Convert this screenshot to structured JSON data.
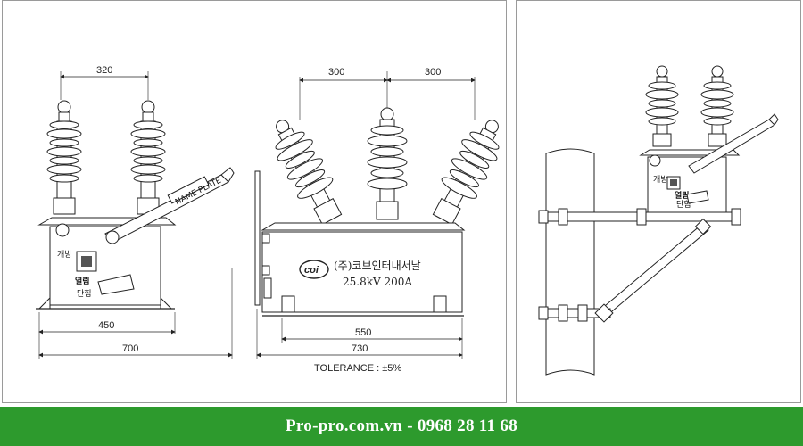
{
  "front_view": {
    "dim_top": "320",
    "dim_base_inner": "450",
    "dim_base_outer": "700",
    "label_open": "개방",
    "label_close_1": "열림",
    "label_close_2": "단힘",
    "nameplate": "NAME PLATE"
  },
  "side_view": {
    "dim_left": "300",
    "dim_right": "300",
    "dim_base_inner": "550",
    "dim_base_outer": "730",
    "company": "(주)코브인터내서날",
    "rating": "25.8kV 200A",
    "tolerance": "TOLERANCE : ±5%"
  },
  "mount_view": {
    "label_open": "개방",
    "label_close_1": "열림",
    "label_close_2": "단힘"
  },
  "footer": {
    "text": "Pro-pro.com.vn  -  0968 28 11 68"
  },
  "colors": {
    "footer_bg": "#2d9a2d",
    "line": "#222222"
  }
}
